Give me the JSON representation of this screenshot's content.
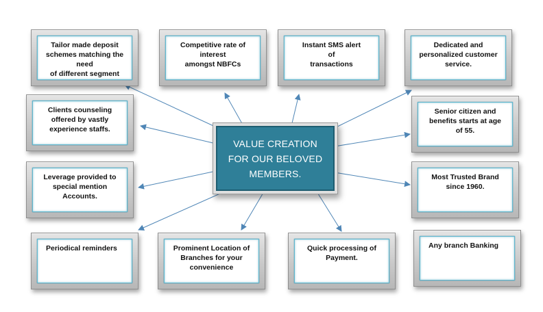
{
  "center": {
    "text": "VALUE CREATION\nFOR OUR BELOVED\nMEMBERS."
  },
  "boxes": [
    {
      "text": "Tailor made deposit\nschemes matching the need\nof different  segment"
    },
    {
      "text": "Competitive rate of\ninterest\namongst NBFCs"
    },
    {
      "text": "Instant SMS alert\nof\ntransactions"
    },
    {
      "text": "Dedicated and\npersonalized customer\nservice."
    },
    {
      "text": "Clients counseling\noffered by vastly\nexperience staffs."
    },
    {
      "text": "Senior citizen and\nbenefits starts at age\nof 55."
    },
    {
      "text": "Leverage provided to\nspecial mention\nAccounts."
    },
    {
      "text": "Most Trusted Brand\nsince 1960."
    },
    {
      "text": "Periodical reminders"
    },
    {
      "text": "Prominent Location of\nBranches for your\nconvenience"
    },
    {
      "text": "Quick processing of\nPayment."
    },
    {
      "text": "Any branch Banking"
    }
  ],
  "colors": {
    "center_fill": "#2f7f98",
    "arrow": "#4f86b6",
    "inner_border": "#5fb7cf"
  }
}
